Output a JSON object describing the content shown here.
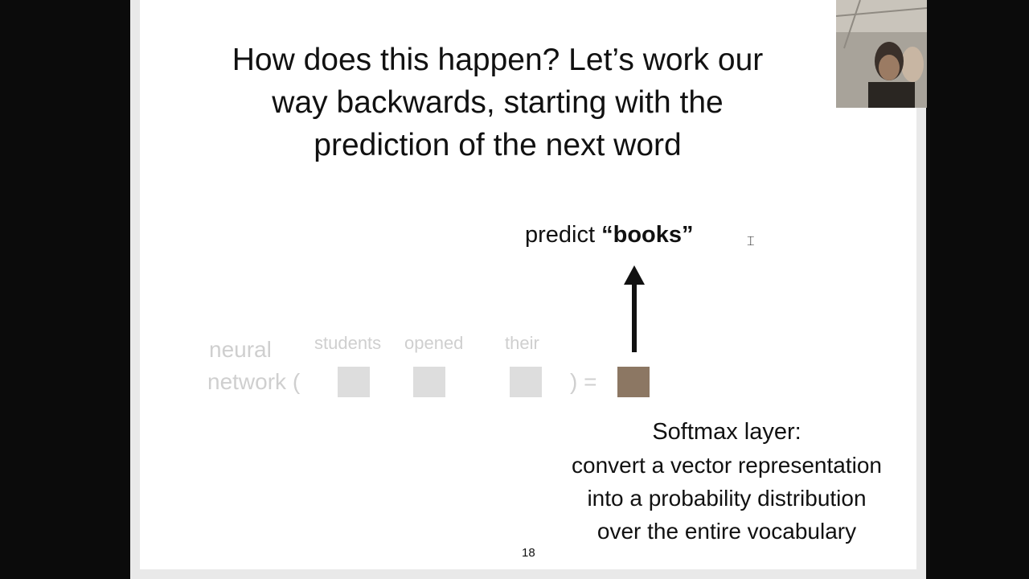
{
  "slide": {
    "title": "How does this happen? Let’s work our\nway backwards, starting with the\nprediction of the next word",
    "predict_prefix": "predict ",
    "predict_word": "“books”",
    "input_label_line1": "neural",
    "input_label_line2": "network (",
    "words": [
      "students",
      "opened",
      "their"
    ],
    "equals": ") =",
    "softmax_title": "Softmax layer:",
    "softmax_desc": [
      "convert a vector representation",
      "into a probability distribution",
      "over the entire vocabulary"
    ],
    "page_number": "18"
  },
  "colors": {
    "output_box": "#8c7763",
    "input_box": "#dddddd",
    "faded_text": "#cfcfcf"
  },
  "icons": {
    "cursor": "text-cursor-icon",
    "arrow": "up-arrow-icon"
  }
}
